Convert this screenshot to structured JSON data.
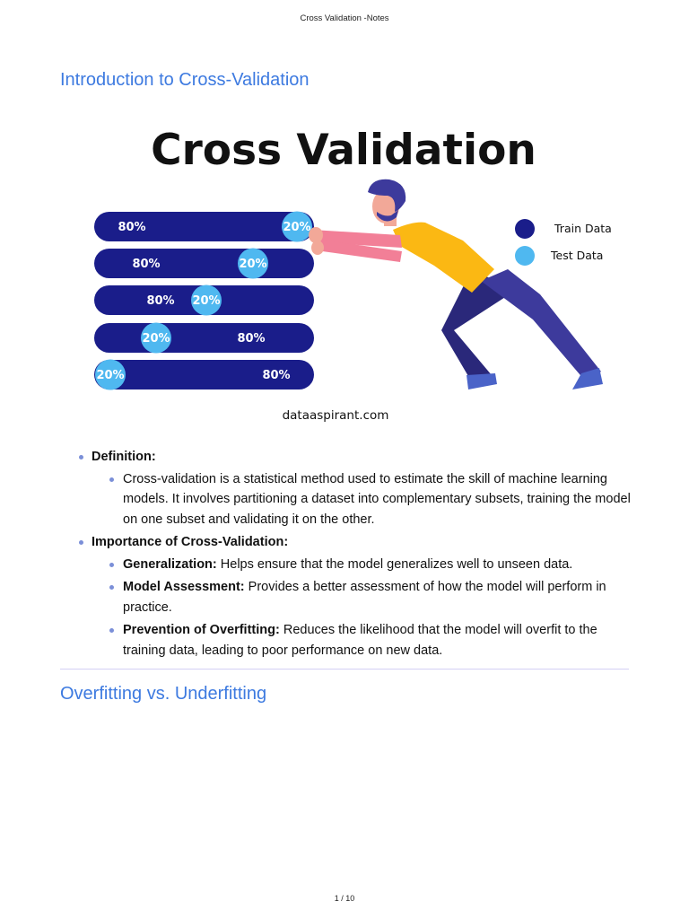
{
  "header": {
    "doc_title": "Cross Validation -Notes"
  },
  "section1": {
    "title": "Introduction to Cross-Validation"
  },
  "figure": {
    "title": "Cross Validation",
    "train_pct": "80%",
    "test_pct": "20%",
    "legend": {
      "train": "Train Data",
      "test": "Test Data"
    },
    "credit": "dataaspirant.com",
    "colors": {
      "train": "#1a1d8a",
      "test": "#4fb8f0",
      "shirt": "#fbb813",
      "pants": "#3d3a9c",
      "arm": "#f27f97"
    }
  },
  "definition": {
    "label": "Definition:",
    "text": "Cross-validation is a statistical method used to estimate the skill of machine learning models. It involves partitioning a dataset into complementary subsets, training the model on one subset and validating it on the other."
  },
  "importance": {
    "label": "Importance of Cross-Validation:",
    "items": [
      {
        "label": "Generalization:",
        "text": "Helps ensure that the model generalizes well to unseen data."
      },
      {
        "label": "Model Assessment:",
        "text": "Provides a better assessment of how the model will perform in practice."
      },
      {
        "label": "Prevention of Overfitting:",
        "text": "Reduces the likelihood that the model will overfit to the training data, leading to poor performance on new data."
      }
    ]
  },
  "section2": {
    "title": "Overfitting vs. Underfitting"
  },
  "footer": {
    "page": "1 / 10"
  }
}
